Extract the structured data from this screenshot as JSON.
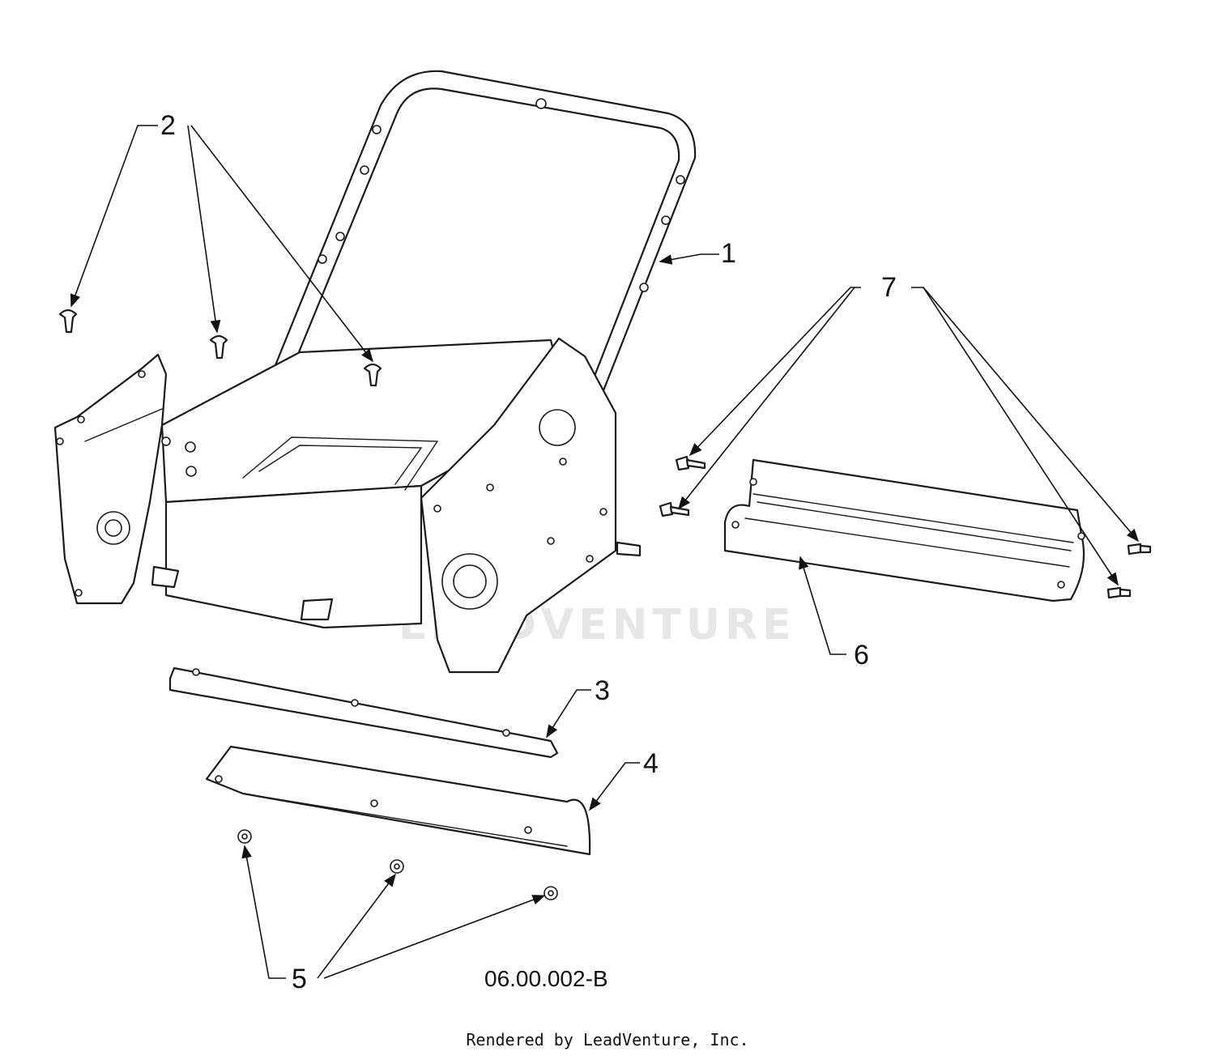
{
  "diagram": {
    "callouts": [
      "1",
      "2",
      "3",
      "4",
      "5",
      "6",
      "7"
    ],
    "drawing_code": "06.00.002-B",
    "watermark": "LEADVENTURE",
    "credit": "Rendered by LeadVenture, Inc."
  }
}
